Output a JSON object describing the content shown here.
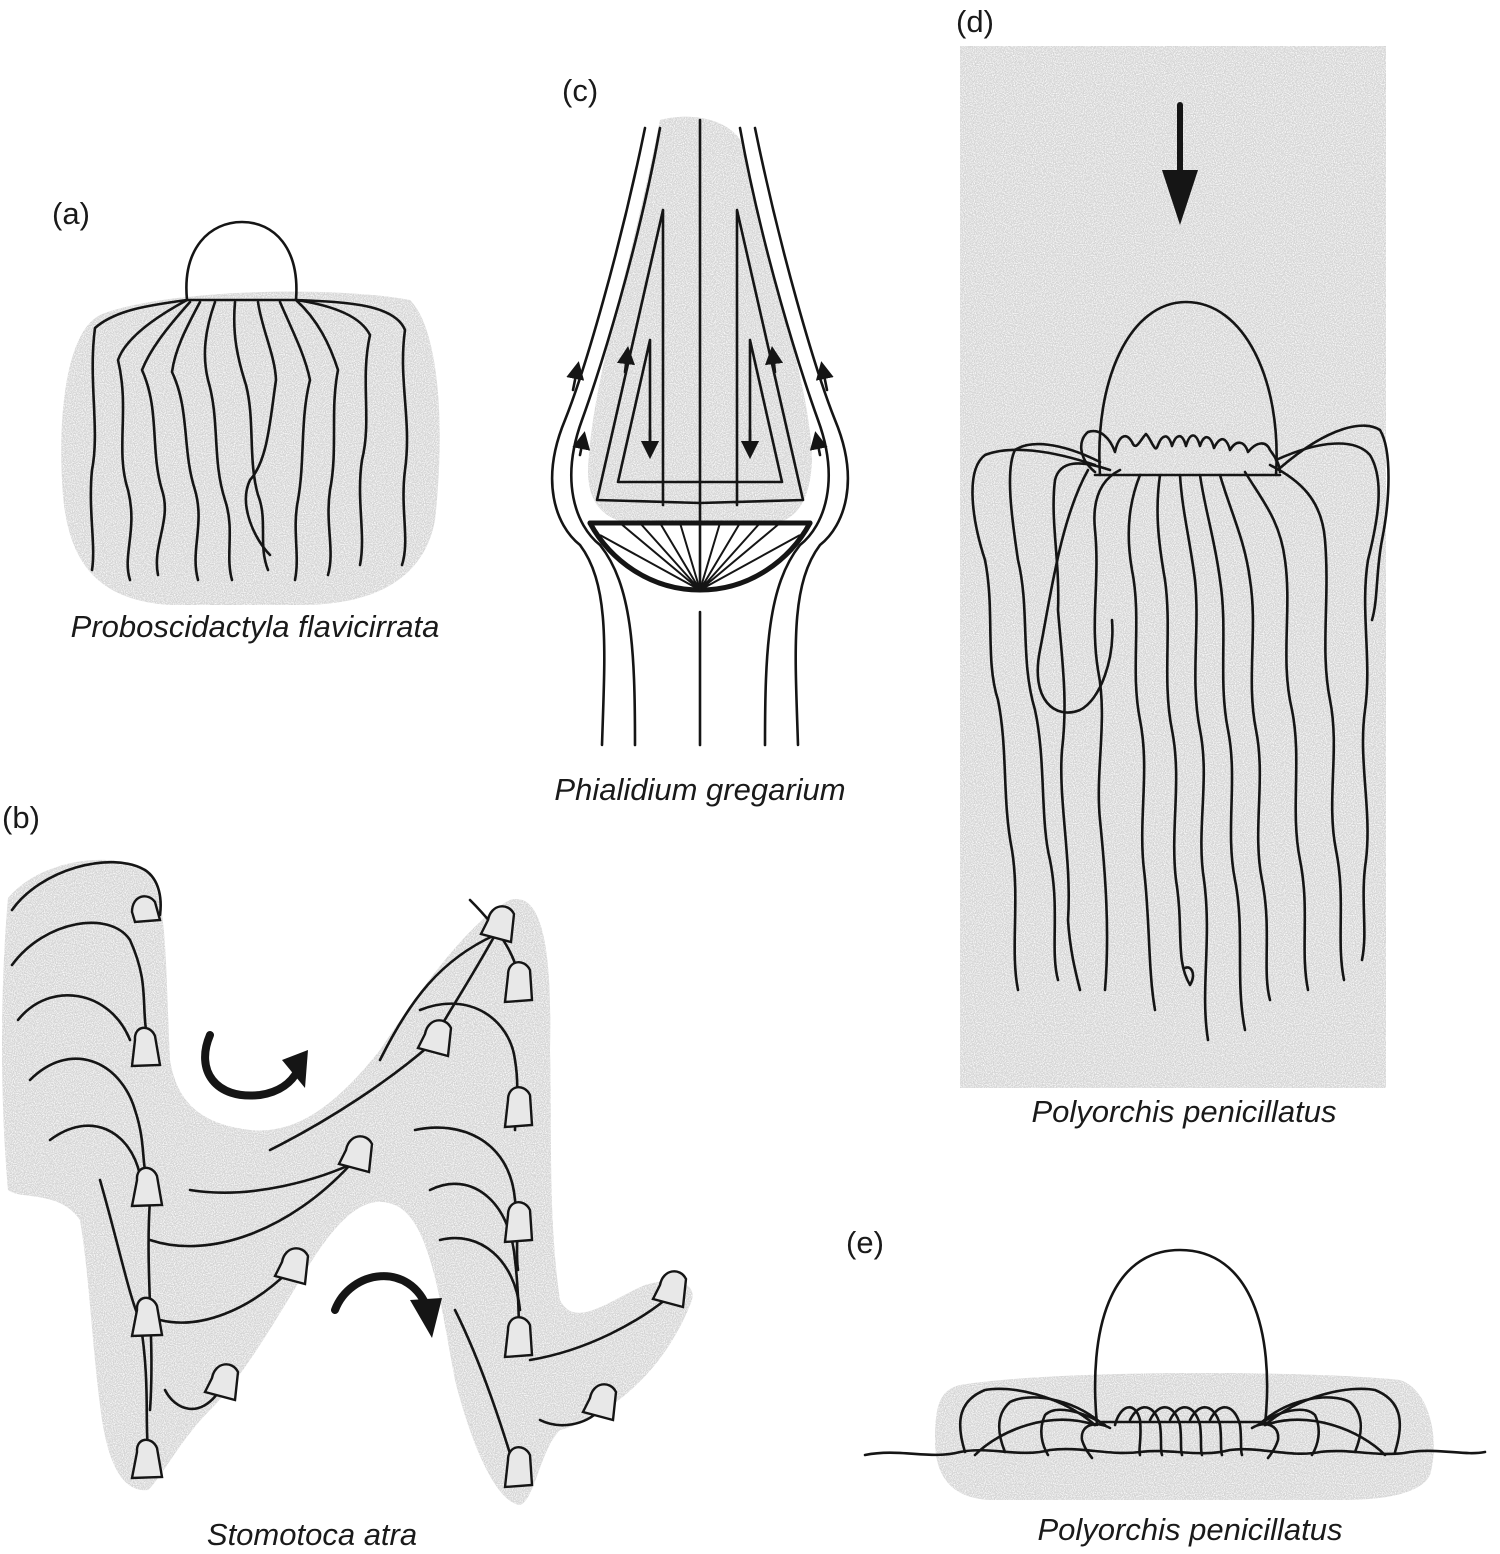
{
  "figure": {
    "panels": [
      {
        "id": "a",
        "label": "(a)",
        "caption": "Proboscidactyla flavicirrata"
      },
      {
        "id": "b",
        "label": "(b)",
        "caption": "Stomotoca atra"
      },
      {
        "id": "c",
        "label": "(c)",
        "caption": "Phialidium gregarium"
      },
      {
        "id": "d",
        "label": "(d)",
        "caption": "Polyorchis penicillatus"
      },
      {
        "id": "e",
        "label": "(e)",
        "caption": "Polyorchis penicillatus"
      }
    ],
    "colors": {
      "ink": "#151515",
      "stipple": "#d4d4d4"
    },
    "icons": {
      "b": [
        "curved-arrow-up-icon",
        "curved-arrow-down-icon"
      ],
      "c": [
        "flow-arrow-icon"
      ],
      "d": [
        "down-arrow-icon"
      ]
    }
  }
}
